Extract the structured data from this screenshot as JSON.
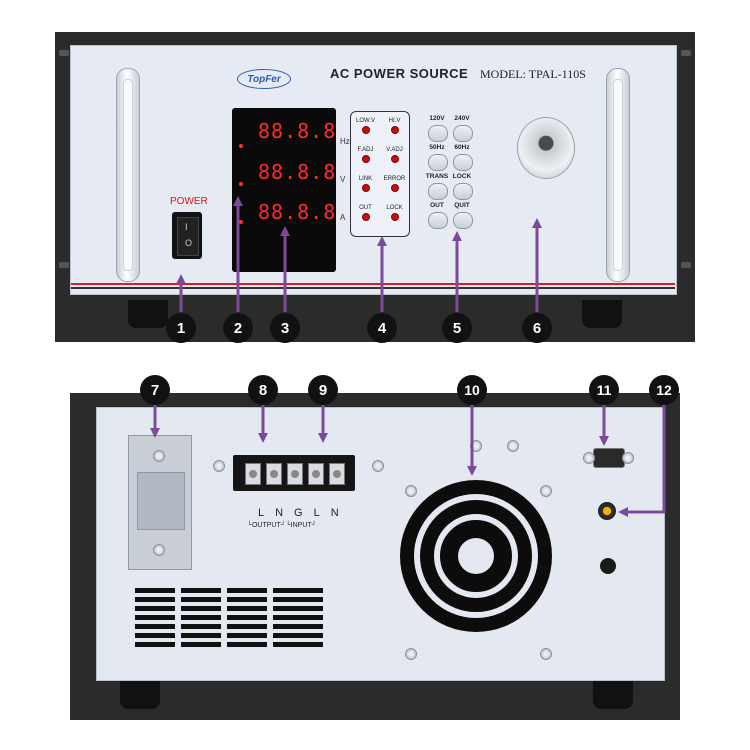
{
  "front_panel": {
    "brand": "TopFer",
    "title": "AC POWER SOURCE",
    "model": "MODEL: TPAL-110S",
    "power_label": "POWER",
    "switch_marks": [
      "I",
      "O"
    ],
    "display_rows": [
      "88.8.8",
      "88.8.8",
      "88.8.8"
    ],
    "display_units": [
      "Hz",
      "V",
      "A"
    ],
    "indicators": [
      "LOW.V",
      "HI.V",
      "F.ADJ",
      "V.ADJ",
      "LINK",
      "ERROR",
      "OUT",
      "LOCK"
    ],
    "buttons": [
      "120V",
      "240V",
      "50Hz",
      "60Hz",
      "TRANS",
      "LOCK",
      "OUT",
      "QUIT"
    ],
    "stripe_colors": [
      "#d62020",
      "#333333"
    ]
  },
  "back_panel": {
    "terminal_letters": "LNGLN",
    "terminal_sub": "└OUTPUT┘└INPUT┘"
  },
  "callouts": [
    "1",
    "2",
    "3",
    "4",
    "5",
    "6",
    "7",
    "8",
    "9",
    "10",
    "11",
    "12"
  ],
  "colors": {
    "leader": "#7b4a9a",
    "led": "#c01010",
    "segment": "#ff2a2a"
  }
}
